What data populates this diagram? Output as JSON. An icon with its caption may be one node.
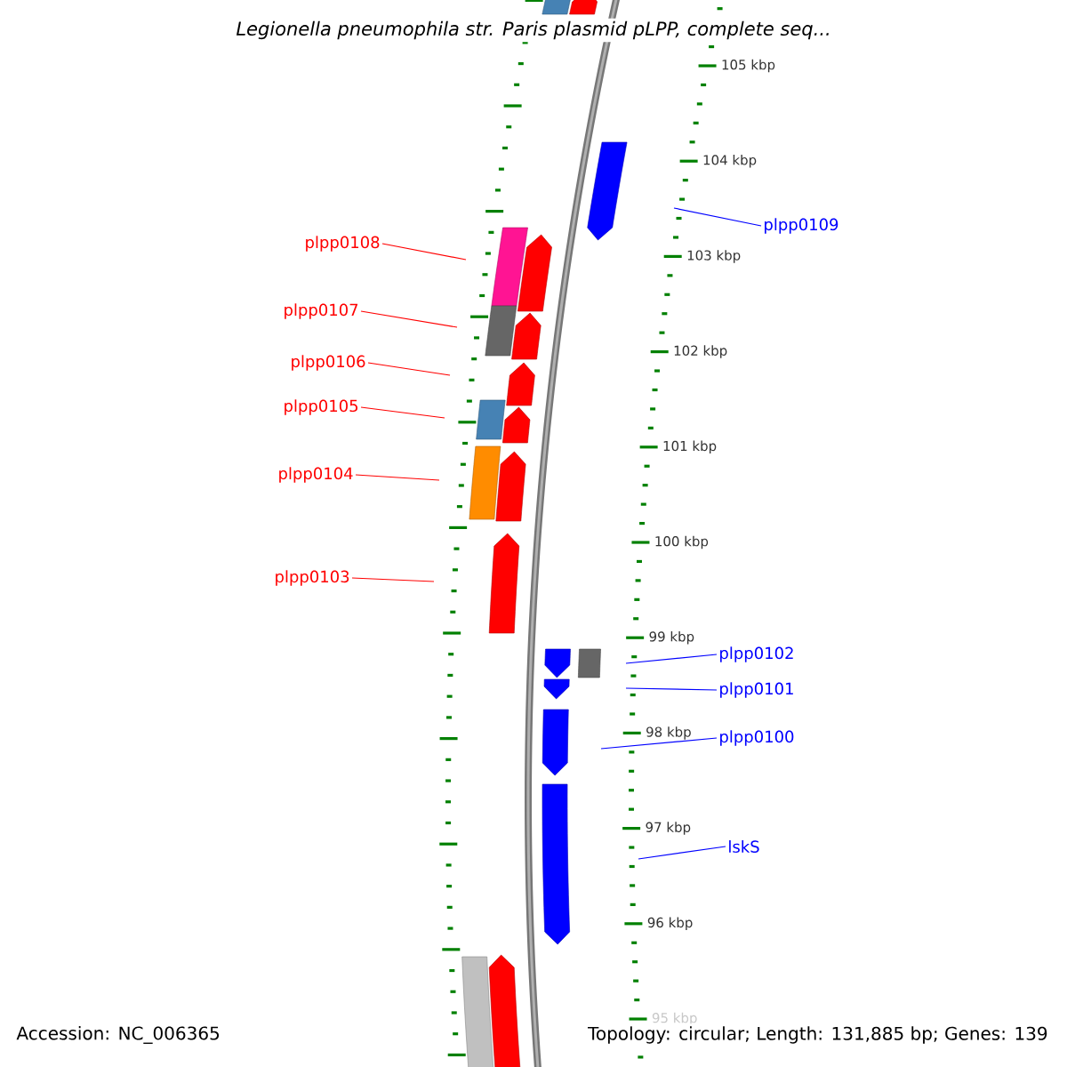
{
  "diagram": {
    "title": "Legionella pneumophila str. Paris plasmid pLPP, complete seq...",
    "nodes": [
      {
        "text": [
          "plpp0109"
        ]
      },
      {
        "text": [
          "plpp0108"
        ]
      },
      {
        "text": [
          "plpp0107"
        ]
      },
      {
        "text": [
          "plpp0106"
        ]
      },
      {
        "text": [
          "plpp0105"
        ]
      },
      {
        "text": [
          "plpp0104"
        ]
      },
      {
        "text": [
          "plpp0103"
        ]
      },
      {
        "text": [
          "plpp0102"
        ]
      },
      {
        "text": [
          "plpp0101"
        ]
      },
      {
        "text": [
          "plpp0100"
        ]
      },
      {
        "text": [
          "lskS"
        ]
      }
    ],
    "edges": [
      {
        "from": 0,
        "to": null,
        "arrow": "none",
        "color": "#0000ff"
      },
      {
        "from": 1,
        "to": null,
        "arrow": "none"
      },
      {
        "from": 2,
        "to": null,
        "arrow": "none"
      },
      {
        "from": 3,
        "to": null,
        "arrow": "none"
      },
      {
        "from": 4,
        "to": null,
        "arrow": "none"
      },
      {
        "from": 5,
        "to": null,
        "arrow": "none"
      },
      {
        "from": 6,
        "to": null,
        "arrow": "none"
      },
      {
        "from": 7,
        "to": null,
        "arrow": "none",
        "color": "#0000ff"
      },
      {
        "from": 8,
        "to": null,
        "arrow": "none",
        "color": "#0000ff"
      },
      {
        "from": 9,
        "to": null,
        "arrow": "none",
        "color": "#0000ff"
      },
      {
        "from": 10,
        "to": null,
        "arrow": "none",
        "color": "#0000ff"
      }
    ],
    "labels": [
      "105 kbp",
      "104 kbp",
      "103 kbp",
      "102 kbp",
      "101 kbp",
      "100 kbp",
      "99 kbp",
      "98 kbp",
      "97 kbp",
      "96 kbp",
      "95 kbp",
      "Accession: NC_006365",
      "Topology: circular; Length: 131,885 bp; Genes: 139"
    ]
  }
}
